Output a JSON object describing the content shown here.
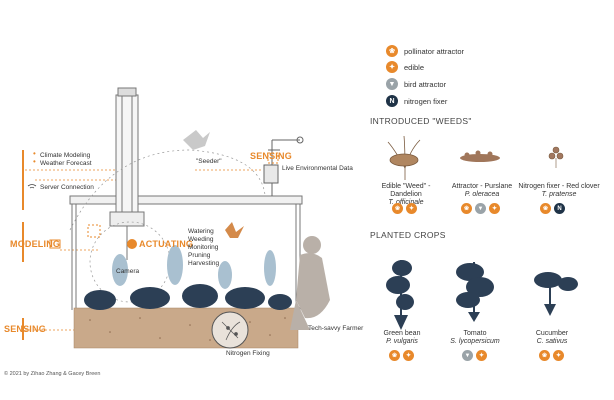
{
  "legend": [
    {
      "label": "pollinator attractor",
      "color": "#e8892b",
      "glyph": "❀"
    },
    {
      "label": "edible",
      "color": "#e8892b",
      "glyph": "✦"
    },
    {
      "label": "bird attractor",
      "color": "#9aa3a8",
      "glyph": "▼"
    },
    {
      "label": "nitrogen fixer",
      "color": "#1f3347",
      "glyph": "N"
    }
  ],
  "sections": {
    "weeds_title": "INTRODUCED \"WEEDS\"",
    "crops_title": "PLANTED CROPS"
  },
  "weeds": [
    {
      "common": "Edible \"Weed\" - Dandelion",
      "latin": "T. officinale"
    },
    {
      "common": "Attractor - Purslane",
      "latin": "P. oleracea"
    },
    {
      "common": "Nitrogen fixer - Red clover",
      "latin": "T. pratense"
    }
  ],
  "crops": [
    {
      "common": "Green bean",
      "latin": "P. vulgaris"
    },
    {
      "common": "Tomato",
      "latin": "S. lycopersicum"
    },
    {
      "common": "Cucumber",
      "latin": "C. sativus"
    }
  ],
  "diagram": {
    "modeling_items": [
      "Climate Modeling",
      "Weather Forecast"
    ],
    "server": "Server Connection",
    "modeling": "MODELING",
    "sensing_top": "SENSING",
    "live_data": "Live Environmental Data",
    "seeder": "\"Seeder\"",
    "actuating": "ACTUATING",
    "actuating_items": [
      "Watering",
      "Weeding",
      "Monitoring",
      "Pruning",
      "Harvesting"
    ],
    "camera": "Camera",
    "sensing_bottom": "SENSING",
    "farmer": "Tech-savvy Farmer",
    "nitrogen": "Nitrogen Fixing"
  },
  "credit": "©  2021 by Zihao Zhang & Gacey Breen",
  "colors": {
    "accent": "#e8892b",
    "dark": "#1f3347",
    "grey": "#9aa3a8"
  }
}
